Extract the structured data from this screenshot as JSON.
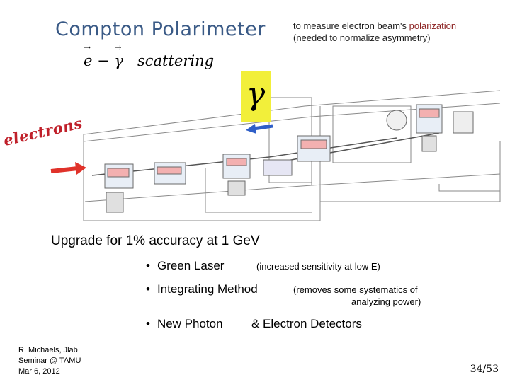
{
  "header": {
    "title": "Compton Polarimeter",
    "note_line1_prefix": "to measure electron beam's ",
    "note_line1_link": "polarization",
    "note_line2": "(needed to normalize asymmetry)"
  },
  "equation": {
    "e": "e",
    "minus": " − ",
    "gamma": "γ",
    "word": "scattering"
  },
  "diagram": {
    "gamma_label": "γ",
    "electrons_label": "electrons",
    "colors": {
      "photon_arrow": "#2f5fc8",
      "electron_arrow": "#e0322a",
      "gamma_box": "#f2ef3a"
    }
  },
  "main": {
    "heading": "Upgrade for 1% accuracy at 1 GeV",
    "bullets": [
      {
        "label": "Green Laser",
        "detail": "(increased sensitivity at low E)"
      },
      {
        "label": "Integrating Method",
        "detail": "(removes some systematics of",
        "detail2": "analyzing power)"
      },
      {
        "label": "New Photon",
        "detail": "& Electron Detectors"
      }
    ]
  },
  "footer": {
    "line1": "R. Michaels, Jlab",
    "line2": "Seminar @ TAMU",
    "line3": "Mar 6, 2012",
    "page": "34/53"
  }
}
